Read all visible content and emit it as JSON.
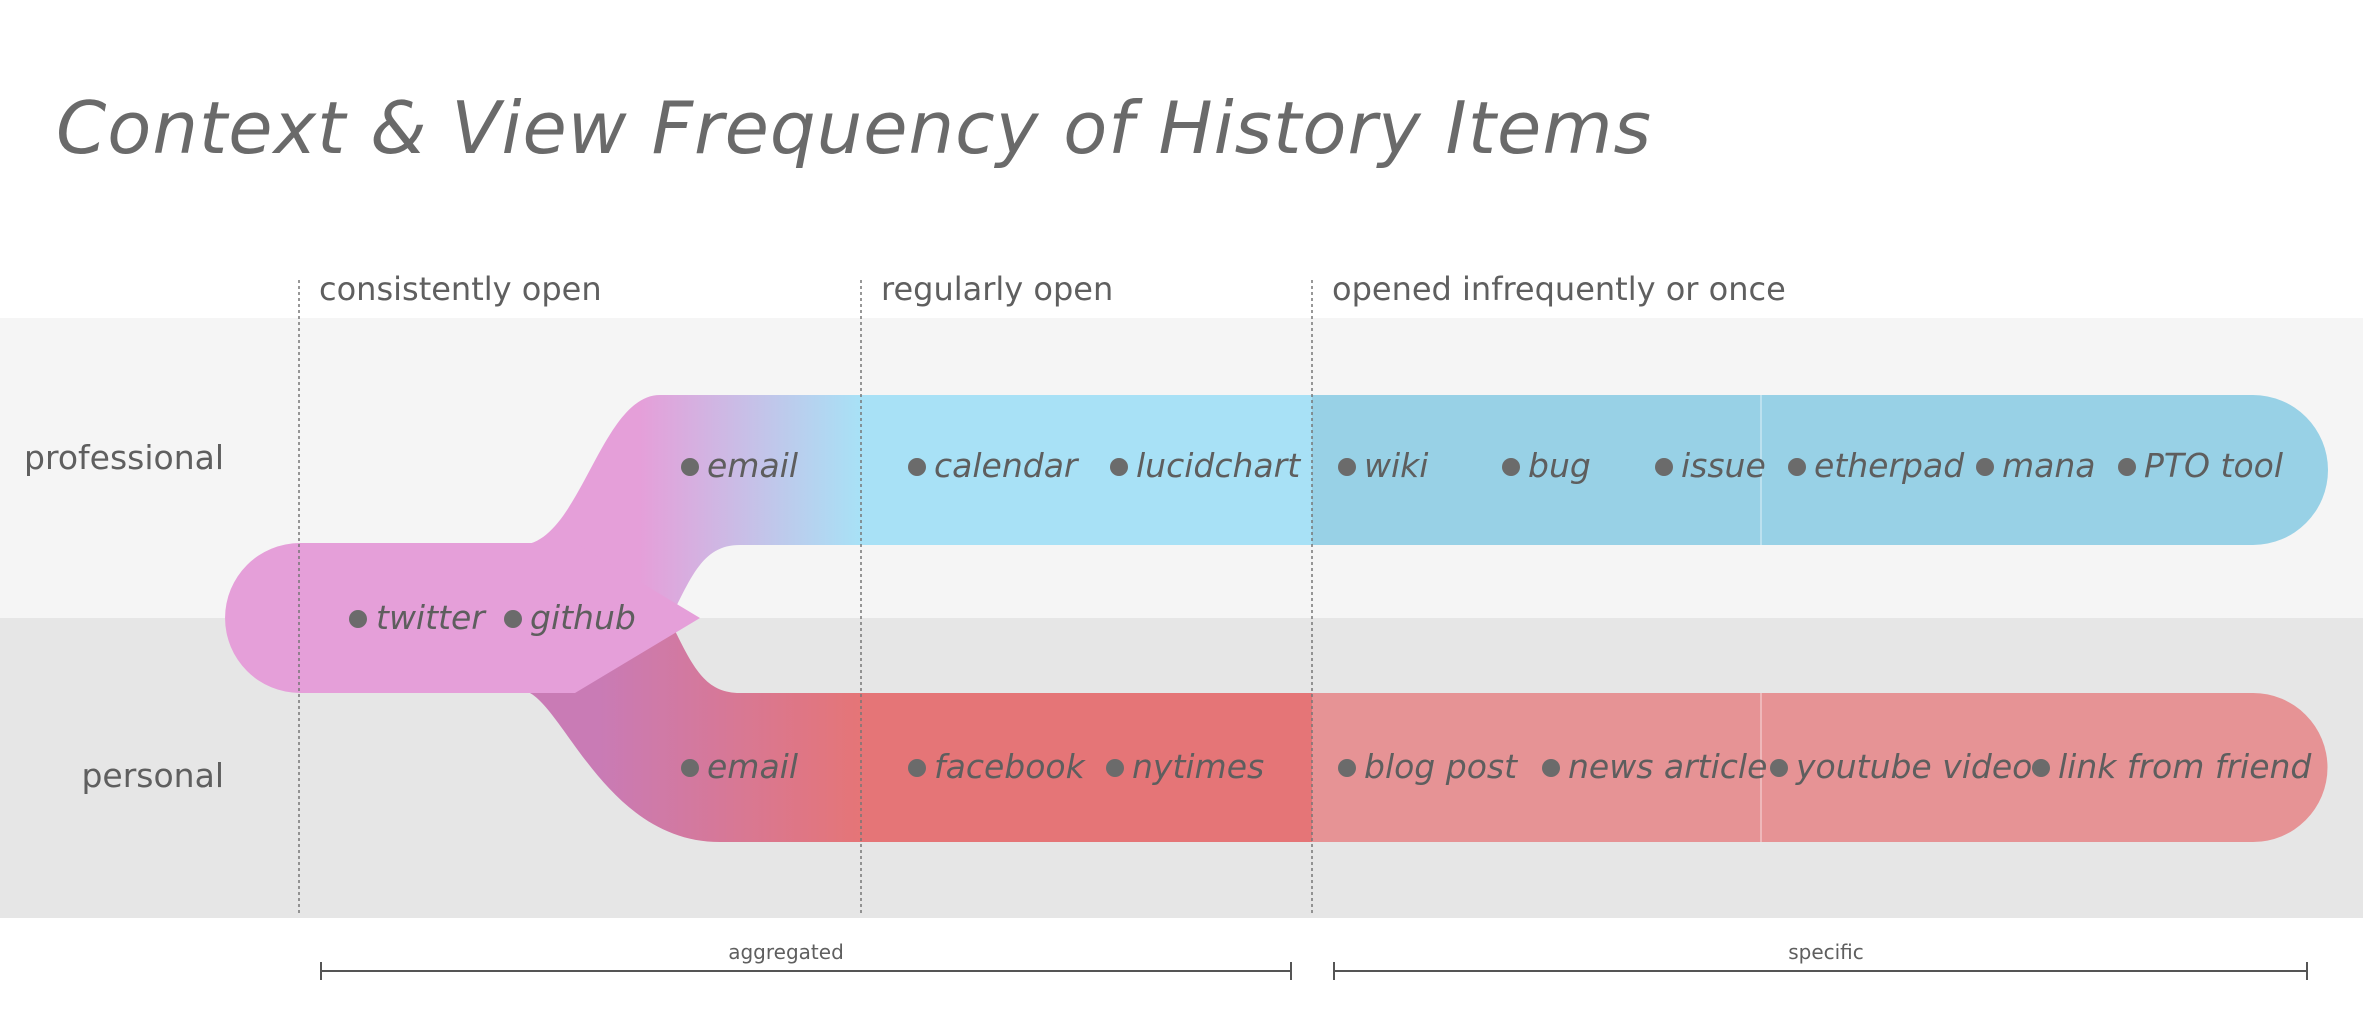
{
  "title": "Context & View Frequency of History Items",
  "columns": {
    "consistently_open": "consistently open",
    "regularly_open": "regularly open",
    "infrequent": "opened infrequently or once"
  },
  "rows": {
    "professional": "professional",
    "personal": "personal"
  },
  "items": {
    "shared": [
      "twitter",
      "github"
    ],
    "professional": [
      "email",
      "calendar",
      "lucidchart",
      "wiki",
      "bug",
      "issue",
      "etherpad",
      "mana",
      "PTO tool"
    ],
    "personal": [
      "email",
      "facebook",
      "nytimes",
      "blog post",
      "news article",
      "youtube video",
      "link from friend"
    ]
  },
  "scale": {
    "aggregated": "aggregated",
    "specific": "specific"
  },
  "colors": {
    "band_professional": "#f5f5f5",
    "band_personal": "#e6e6e6",
    "shared_pink": "#e59fd9",
    "professional_blue": "#a8e1f6",
    "professional_blue_dim": "#98d1e6",
    "personal_red": "#e57577",
    "personal_red_dim": "#e69395",
    "personal_purple": "#c97bb5",
    "dot": "#6b6b6b",
    "text": "#5f5f5f"
  }
}
